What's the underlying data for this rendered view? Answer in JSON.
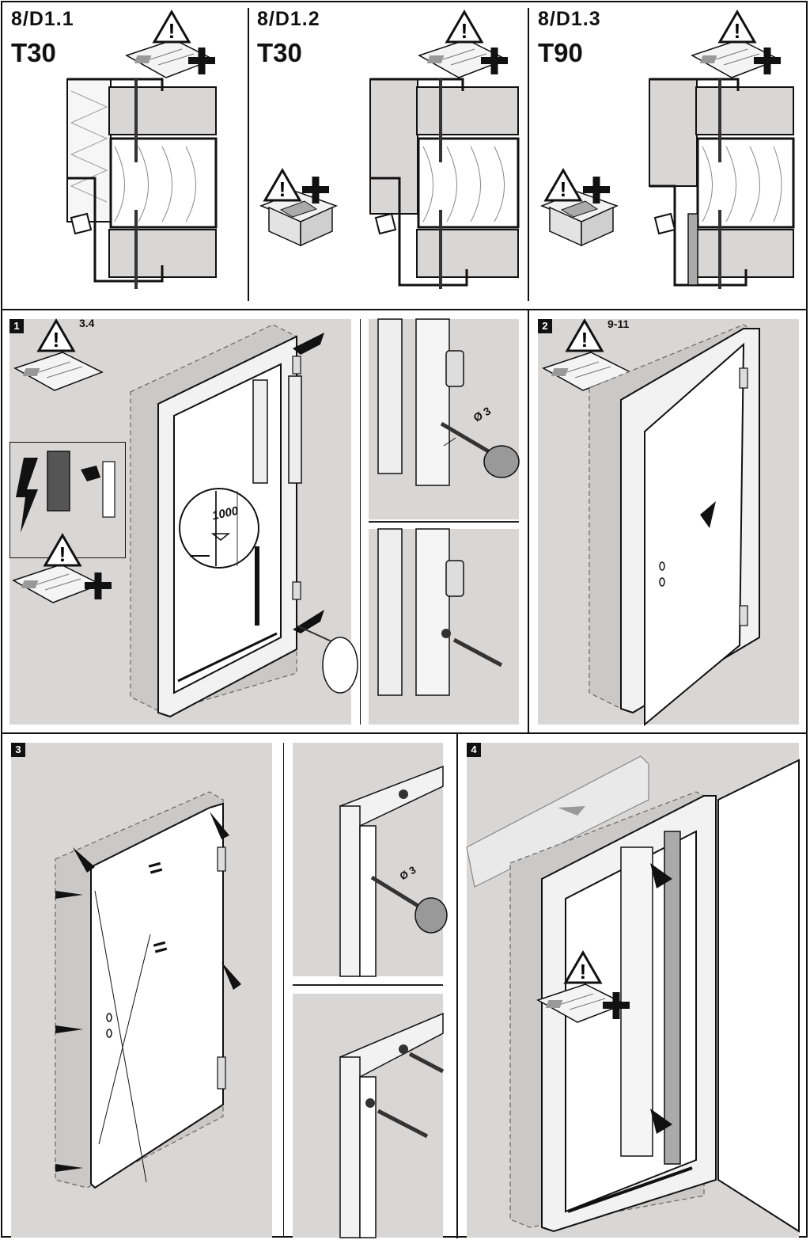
{
  "sections": [
    {
      "code": "8/D1.1",
      "rating": "T30"
    },
    {
      "code": "8/D1.2",
      "rating": "T30"
    },
    {
      "code": "8/D1.3",
      "rating": "T90"
    }
  ],
  "steps": [
    {
      "number": "1",
      "ref": "3.4"
    },
    {
      "number": "2",
      "ref": "9-11"
    },
    {
      "number": "3"
    },
    {
      "number": "4"
    }
  ],
  "labels": {
    "height_mark": "1000",
    "drill_size": "Ø 3",
    "drill_size_3": "Ø 3",
    "equal_sign_1": "=",
    "equal_sign_2": "="
  },
  "colors": {
    "bg_grey": "#d9d6d6",
    "line": "#111111",
    "fill_light": "#efefef"
  }
}
